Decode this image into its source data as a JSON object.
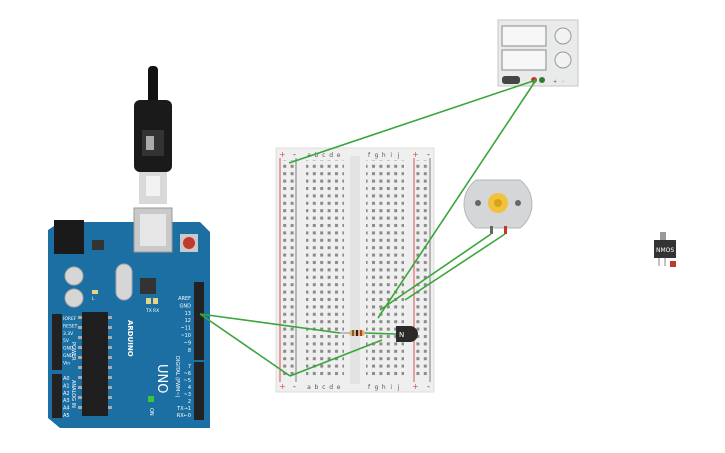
{
  "arduino": {
    "brand": "ARDUINO",
    "model": "UNO",
    "pin_labels_top": [
      "AREF",
      "GND",
      "13",
      "12",
      "~11",
      "~10",
      "~9",
      "8"
    ],
    "pin_labels_bottom": [
      "7",
      "~6",
      "~5",
      "4",
      "~3",
      "2",
      "TX→1",
      "RX←0"
    ],
    "digital_label": "DIGITAL (PWM~)",
    "power_labels": [
      "IOREF",
      "RESET",
      "3.3V",
      "5V",
      "GND",
      "GND",
      "Vin"
    ],
    "power_header": "POWER",
    "analog_labels": [
      "A0",
      "A1",
      "A2",
      "A3",
      "A4",
      "A5"
    ],
    "analog_header": "ANALOG IN",
    "led_labels": [
      "TX",
      "RX",
      "L"
    ],
    "on_label": "ON"
  },
  "breadboard": {
    "cols_left": [
      "a",
      "b",
      "c",
      "d",
      "e"
    ],
    "cols_right": [
      "f",
      "g",
      "h",
      "i",
      "j"
    ],
    "rail_plus": "+",
    "rail_minus": "-"
  },
  "power_supply": {
    "terminal_labels": [
      "+",
      "-"
    ]
  },
  "transistor": {
    "symbol": "N"
  },
  "palette_part": {
    "label": "NMOS"
  },
  "colors": {
    "wire": "#3aa53a",
    "arduino": "#1b6fa3",
    "breadboard": "#efefef",
    "motor_body": "#d4d6d8",
    "gear": "#f2c23a"
  }
}
